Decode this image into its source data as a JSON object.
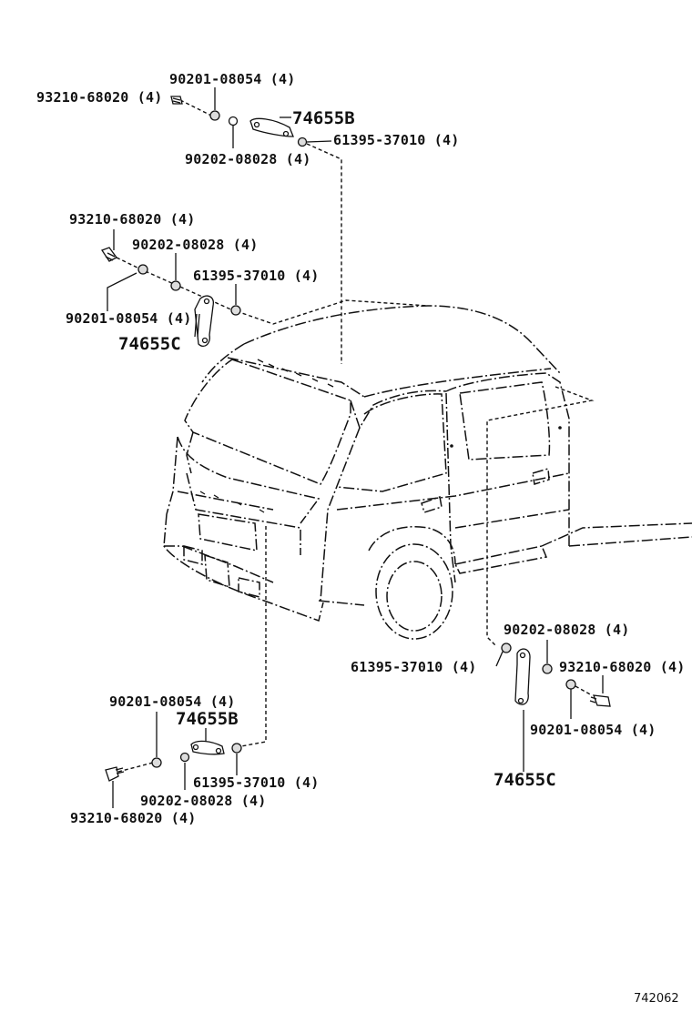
{
  "labels": {
    "tl_90201": "90201-08054 (4)",
    "tl_93210": "93210-68020 (4)",
    "tl_74655B": "74655B",
    "tl_61395": "61395-37010 (4)",
    "tl_90202": "90202-08028 (4)",
    "ml_93210": "93210-68020 (4)",
    "ml_90202": "90202-08028 (4)",
    "ml_61395": "61395-37010 (4)",
    "ml_90201": "90201-08054 (4)",
    "ml_74655C": "74655C",
    "br_90202": "90202-08028 (4)",
    "br_61395": "61395-37010 (4)",
    "br_93210": "93210-68020 (4)",
    "br_90201": "90201-08054 (4)",
    "br_74655C": "74655C",
    "bl_90201": "90201-08054 (4)",
    "bl_74655B": "74655B",
    "bl_61395": "61395-37010 (4)",
    "bl_90202": "90202-08028 (4)",
    "bl_93210": "93210-68020 (4)",
    "diagram_code": "742062"
  }
}
